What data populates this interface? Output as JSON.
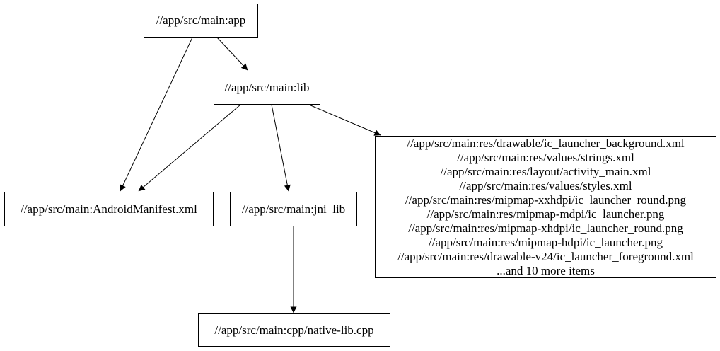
{
  "graph": {
    "nodes": {
      "app": {
        "label": "//app/src/main:app"
      },
      "lib": {
        "label": "//app/src/main:lib"
      },
      "manifest": {
        "label": "//app/src/main:AndroidManifest.xml"
      },
      "jni_lib": {
        "label": "//app/src/main:jni_lib"
      },
      "native_cpp": {
        "label": "//app/src/main:cpp/native-lib.cpp"
      },
      "resources": {
        "lines": [
          "//app/src/main:res/drawable/ic_launcher_background.xml",
          "//app/src/main:res/values/strings.xml",
          "//app/src/main:res/layout/activity_main.xml",
          "//app/src/main:res/values/styles.xml",
          "//app/src/main:res/mipmap-xxhdpi/ic_launcher_round.png",
          "//app/src/main:res/mipmap-mdpi/ic_launcher.png",
          "//app/src/main:res/mipmap-xhdpi/ic_launcher_round.png",
          "//app/src/main:res/mipmap-hdpi/ic_launcher.png",
          "//app/src/main:res/drawable-v24/ic_launcher_foreground.xml",
          "...and 10 more items"
        ]
      }
    },
    "edges": [
      {
        "from": "app",
        "to": "lib"
      },
      {
        "from": "app",
        "to": "manifest"
      },
      {
        "from": "lib",
        "to": "manifest"
      },
      {
        "from": "lib",
        "to": "jni_lib"
      },
      {
        "from": "lib",
        "to": "resources"
      },
      {
        "from": "jni_lib",
        "to": "native_cpp"
      }
    ],
    "colors": {
      "background": "#ffffff",
      "node_fill": "#ffffff",
      "node_border": "#000000",
      "edge": "#000000",
      "text": "#000000"
    }
  }
}
